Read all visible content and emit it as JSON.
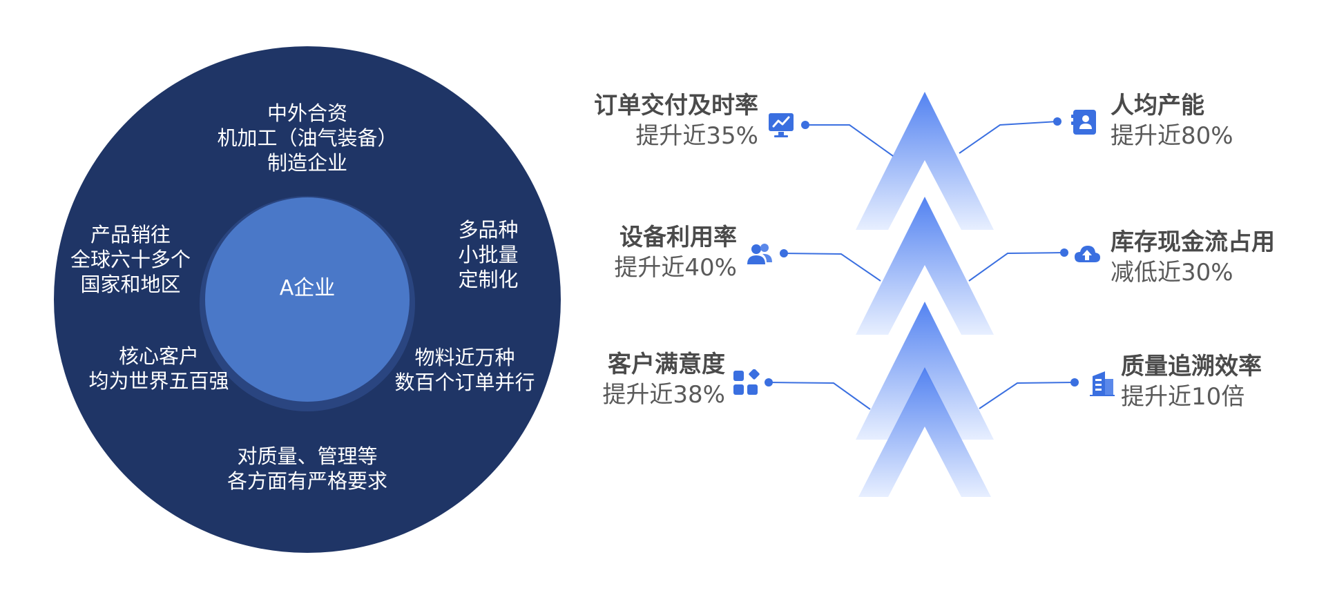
{
  "circle": {
    "center_label": "A企业",
    "segments": {
      "top": [
        "中外合资",
        "机加工（油气装备）",
        "制造企业"
      ],
      "upper_left": [
        "产品销往",
        "全球六十多个",
        "国家和地区"
      ],
      "upper_right": [
        "多品种",
        "小批量",
        "定制化"
      ],
      "lower_left": [
        "核心客户",
        "均为世界五百强"
      ],
      "lower_right": [
        "物料近万种",
        "数百个订单并行"
      ],
      "bottom": [
        "对质量、管理等",
        "各方面有严格要求"
      ]
    },
    "colors": {
      "outer": "#1f3566",
      "inner": "#4a78c8"
    }
  },
  "metrics": {
    "left": [
      {
        "title": "订单交付及时率",
        "value": "提升近35%",
        "icon": "monitor-chart-icon"
      },
      {
        "title": "设备利用率",
        "value": "提升近40%",
        "icon": "users-icon"
      },
      {
        "title": "客户满意度",
        "value": "提升近38%",
        "icon": "apps-grid-icon"
      }
    ],
    "right": [
      {
        "title": "人均产能",
        "value": "提升近80%",
        "icon": "contact-card-icon"
      },
      {
        "title": "库存现金流占用",
        "value": "减低近30%",
        "icon": "cloud-upload-icon"
      },
      {
        "title": "质量追溯效率",
        "value": "提升近10倍",
        "icon": "building-icon"
      }
    ]
  },
  "colors": {
    "accent": "#3a6fe0",
    "arrow_top": "#4a7cf0",
    "arrow_bottom": "#e6eeff",
    "title_text": "#4a4a4a",
    "value_text": "#5a5a5a"
  }
}
